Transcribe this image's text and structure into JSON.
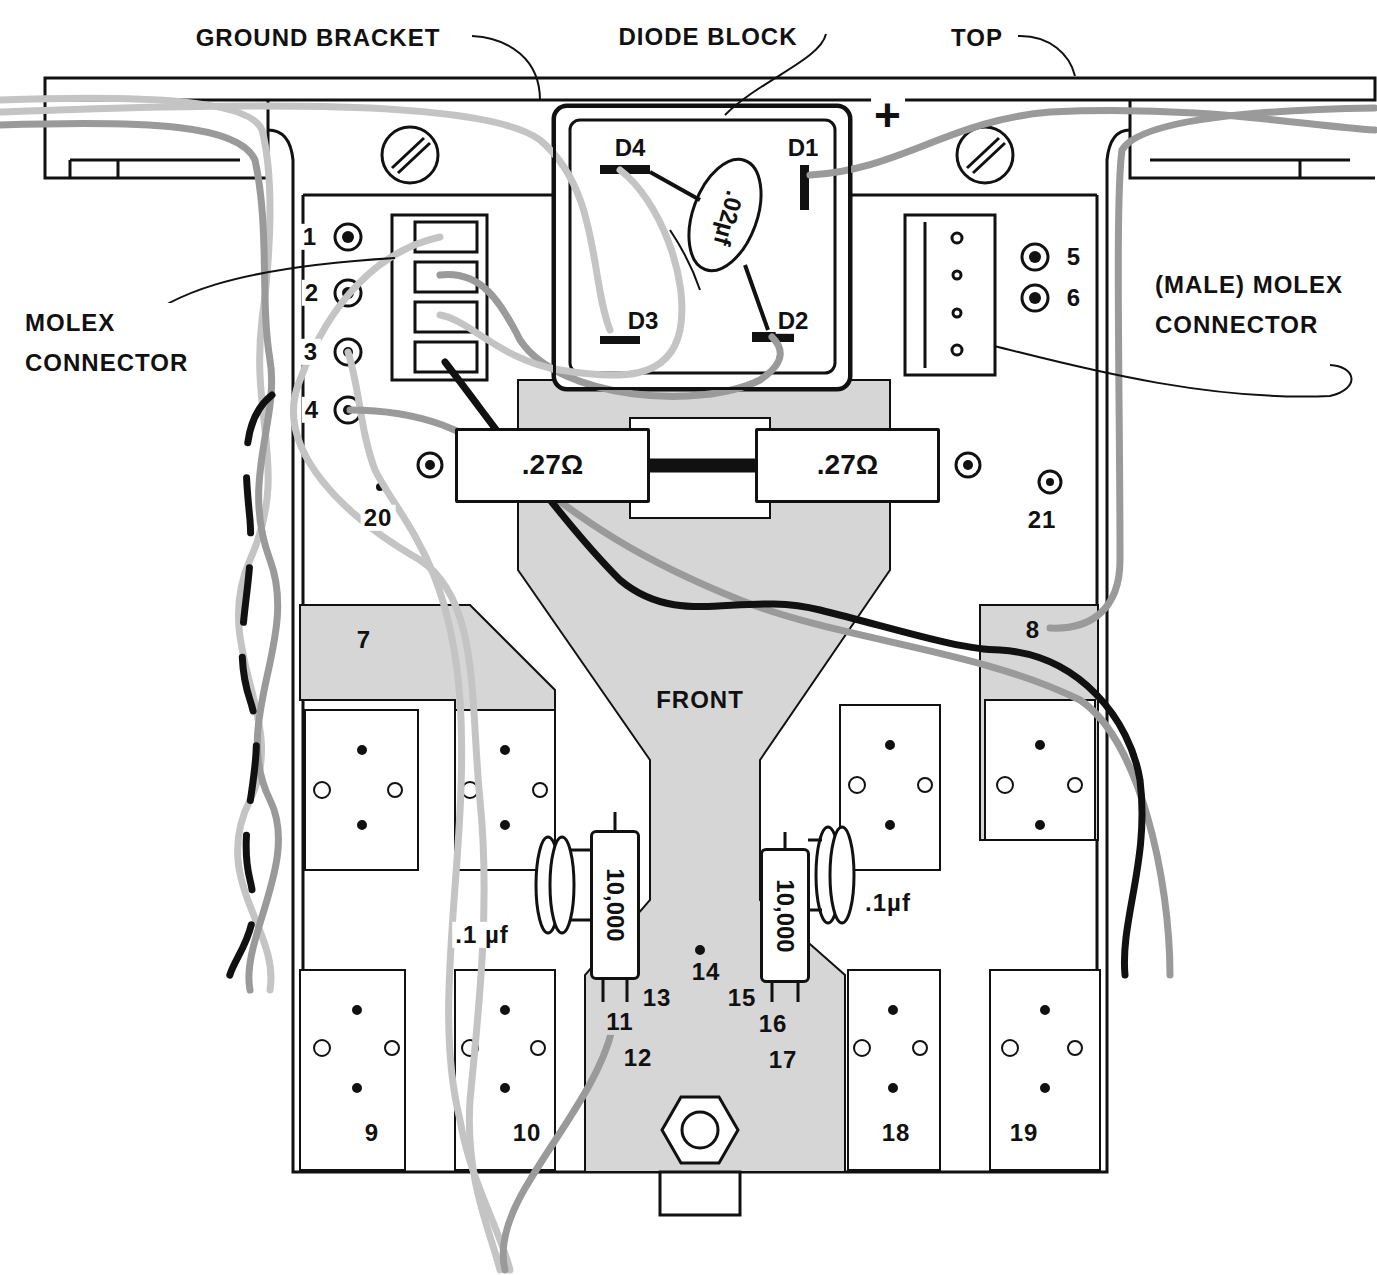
{
  "diagram": {
    "nodes": [
      {
        "text": [
          "D4",
          "D1",
          ".02µf",
          "D3",
          "D2"
        ]
      },
      {
        "text": [
          ".27Ω"
        ]
      },
      {
        "text": [
          ".27Ω"
        ]
      },
      {
        "text": [
          "10,000"
        ]
      },
      {
        "text": [
          "10,000"
        ]
      }
    ],
    "edges": [
      {
        "from": 1,
        "to": 2,
        "arrow": "none"
      }
    ],
    "labels": [
      "GROUND BRACKET",
      "DIODE BLOCK",
      "TOP",
      "+",
      "1",
      "2",
      "3",
      "4",
      "5",
      "6",
      "MOLEX CONNECTOR",
      "(MALE) MOLEX CONNECTOR",
      "20",
      "21",
      "7",
      "8",
      "FRONT",
      ".1 µf",
      ".1µf",
      "14",
      "13",
      "15",
      "11",
      "16",
      "12",
      "17",
      "9",
      "10",
      "18",
      "19"
    ]
  }
}
